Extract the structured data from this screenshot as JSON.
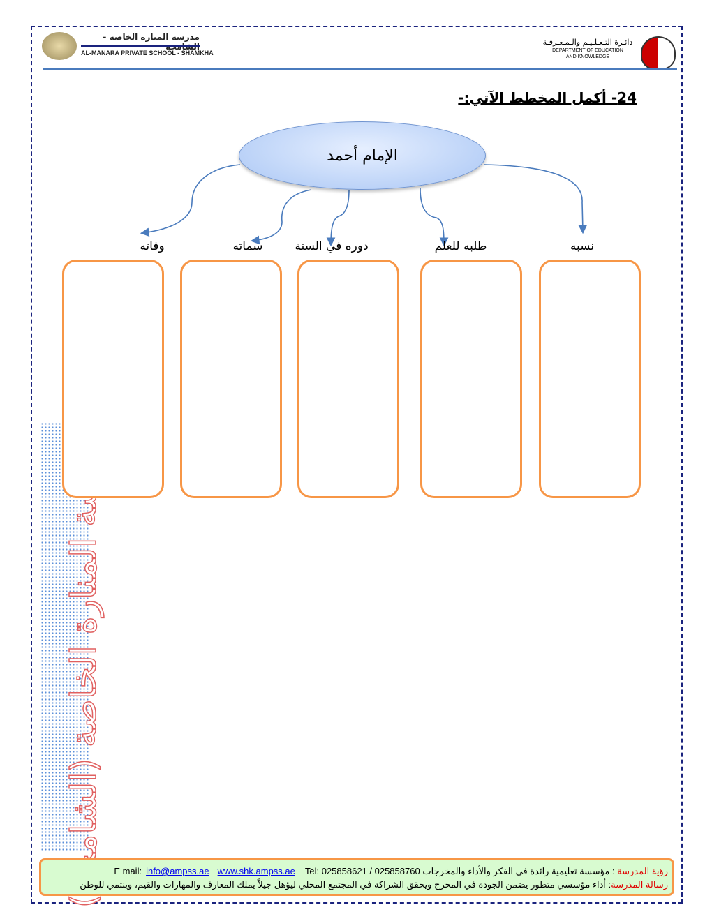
{
  "header": {
    "school_ar": "مدرسة المنارة الخاصة - الشامخة",
    "school_en": "AL-MANARA PRIVATE SCHOOL - SHAMKHA",
    "dept_ar": "دائـرة التـعـلـيـم والـمـعـرفـة",
    "dept_en_1": "DEPARTMENT OF EDUCATION",
    "dept_en_2": "AND KNOWLEDGE"
  },
  "question": {
    "title": "24- أكمل المخطط الآتي:-"
  },
  "diagram": {
    "center": "الإمام أحمد",
    "branches": [
      {
        "label": "نسبه"
      },
      {
        "label": "طلبه للعلم"
      },
      {
        "label": "دوره في السنة"
      },
      {
        "label": "سماته"
      },
      {
        "label": "وفاته"
      }
    ]
  },
  "watermark": "مدرسة المنارة الخاصة (الشامخة)",
  "footer": {
    "vision_label": "رؤية المدرسة",
    "vision_text": ": مؤسسة تعليمية رائدة في الفكر والأداء والمخرجات",
    "email_label": "E mail:",
    "email": "info@ampss.ae",
    "website": "www.shk.ampss.ae",
    "tel": "Tel: 025858621 / 025858760",
    "mission_label": "رسالة المدرسة",
    "mission_text": ": أداء مؤسسي متطور يضمن الجودة في المخرج ويحقق الشراكة في المجتمع المحلي ليؤهل جيلاً يملك المعارف والمهارات والقيم، وينتمي للوطن"
  }
}
